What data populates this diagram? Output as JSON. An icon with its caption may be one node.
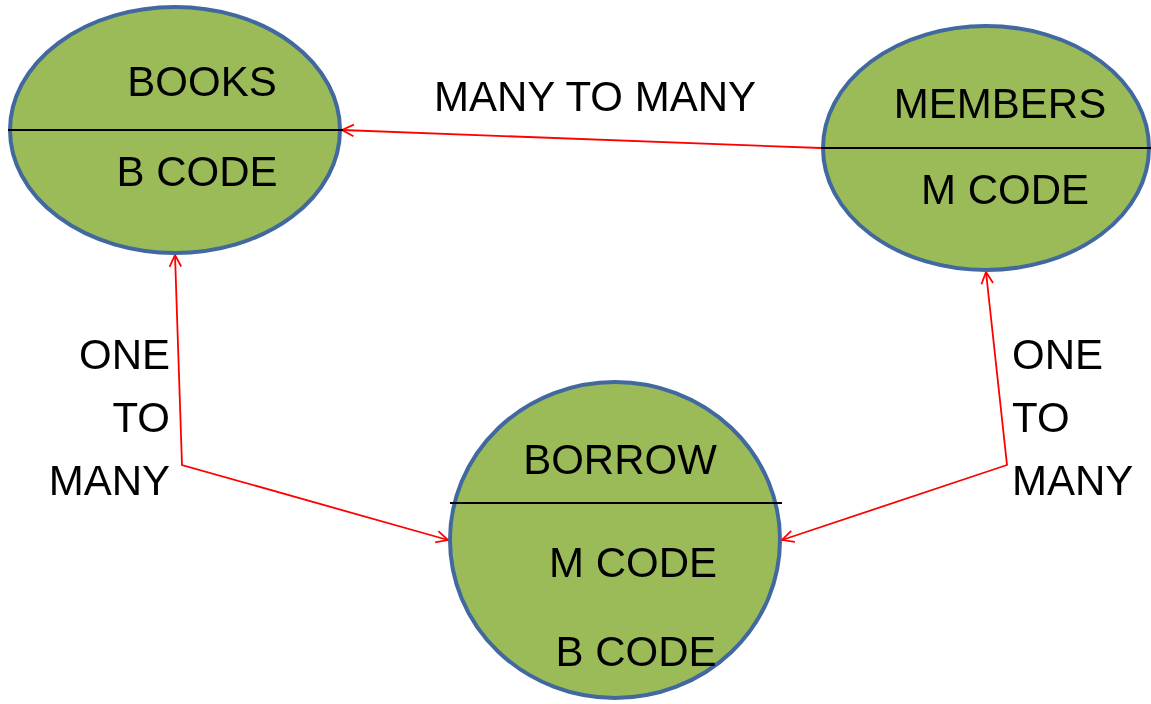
{
  "diagram": {
    "nodes": [
      {
        "text": [
          "BOOKS",
          "B CODE"
        ]
      },
      {
        "text": [
          "MEMBERS",
          "M CODE"
        ]
      },
      {
        "text": [
          "BORROW",
          "M CODE",
          "B CODE"
        ]
      }
    ],
    "edges": [
      {
        "from": 1,
        "to": 0,
        "arrow": "to",
        "label": "MANY TO MANY"
      },
      {
        "from": 2,
        "to": 0,
        "arrow": "both",
        "label": "ONE TO MANY"
      },
      {
        "from": 2,
        "to": 1,
        "arrow": "both",
        "label": "ONE TO MANY"
      }
    ]
  }
}
